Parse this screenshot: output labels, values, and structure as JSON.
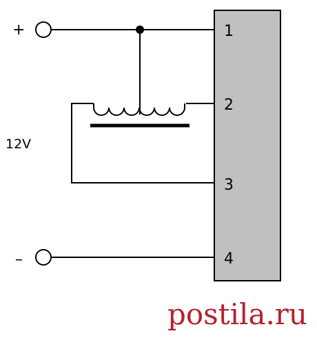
{
  "terminals": {
    "positive_symbol": "+",
    "negative_symbol": "–"
  },
  "supply_voltage": "12V",
  "connector": {
    "fill": "#c0c0c0",
    "pins": [
      "1",
      "2",
      "3",
      "4"
    ]
  },
  "watermark": {
    "text": "postila.ru",
    "color": "#b3242e"
  }
}
